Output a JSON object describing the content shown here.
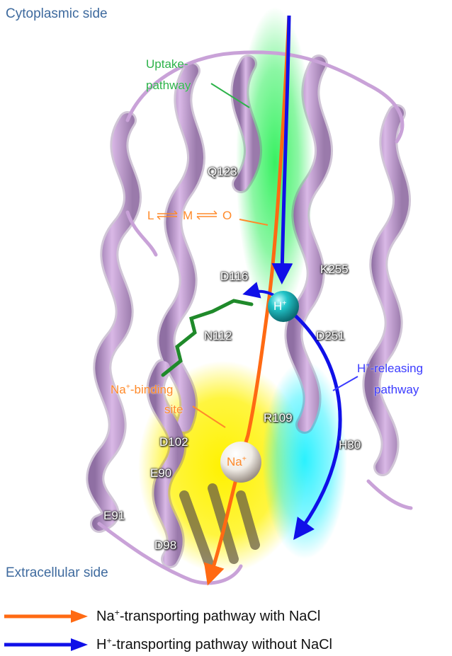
{
  "labels": {
    "cytoplasmic": "Cytoplasmic side",
    "extracellular": "Extracellular side",
    "uptake_line1": "Uptake-",
    "uptake_line2": "pathway",
    "q123": "Q123",
    "l_state": "L",
    "m_state": "M",
    "o_state": "O",
    "d116": "D116",
    "k255": "K255",
    "h_ion": "H",
    "h_charge": "+",
    "n112": "N112",
    "d251": "D251",
    "h_releasing_h": "H",
    "h_releasing_charge": "+",
    "h_releasing_rest": "-releasing",
    "h_releasing_line2": "pathway",
    "na_binding_na": "Na",
    "na_binding_charge": "+",
    "na_binding_rest": "-binding",
    "na_binding_line2": "site",
    "r109": "R109",
    "d102": "D102",
    "na_ion": "Na",
    "na_charge": "+",
    "h30": "H30",
    "e90": "E90",
    "e91": "E91",
    "d98": "D98"
  },
  "legend": [
    {
      "prefix": "Na",
      "charge": "+",
      "text": "-transporting pathway with NaCl",
      "color": "#ff6a13",
      "icon": "orange-arrow-icon"
    },
    {
      "prefix": "H",
      "charge": "+",
      "text": "-transporting pathway without NaCl",
      "color": "#1010e8",
      "icon": "blue-arrow-icon"
    }
  ],
  "colors": {
    "helix": "#c9a2d8",
    "helix_dark": "#9a7aab",
    "uptake_glow": "#2ef05a",
    "na_glow": "#fff200",
    "h_glow": "#20f0ff",
    "orange_arrow": "#ff6a13",
    "blue_arrow": "#1010e8",
    "side_text": "#3e6a9e"
  }
}
